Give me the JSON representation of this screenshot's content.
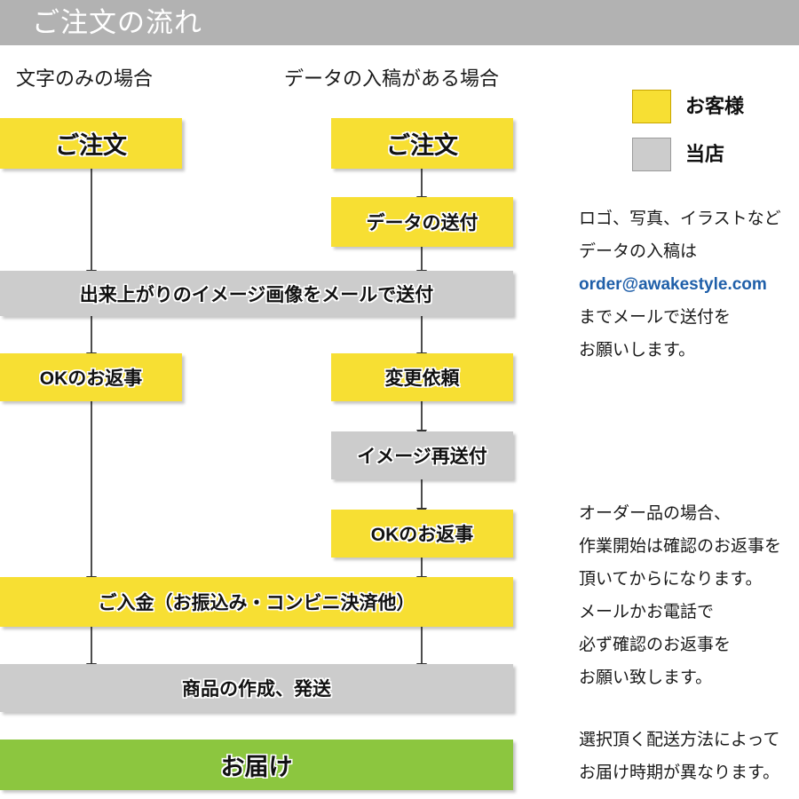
{
  "header": {
    "title": "ご注文の流れ"
  },
  "columns": {
    "left_caption": "文字のみの場合",
    "right_caption": "データの入稿がある場合"
  },
  "legend": {
    "items": [
      {
        "swatch": "yellow-swatch",
        "color": "#f7df33",
        "label": "お客様"
      },
      {
        "swatch": "gray-swatch",
        "color": "#cccccc",
        "label": "当店"
      }
    ]
  },
  "flow": {
    "left_order": "ご注文",
    "right_order": "ご注文",
    "data_send": "データの送付",
    "image_mail": "出来上がりのイメージ画像をメールで送付",
    "left_ok": "OKのお返事",
    "change_request": "変更依頼",
    "image_resend": "イメージ再送付",
    "right_ok": "OKのお返事",
    "payment": "ご入金（お振込み・コンビニ決済他）",
    "production": "商品の作成、発送",
    "delivery": "お届け"
  },
  "notes": {
    "data_submission": [
      "ロゴ、写真、イラストなど",
      "データの入稿は",
      "order@awakestyle.com",
      "までメールで送付を",
      "お願いします。"
    ],
    "order_confirmation": [
      "オーダー品の場合、",
      "作業開始は確認のお返事を",
      "頂いてからになります。",
      "メールかお電話で",
      "必ず確認のお返事を",
      "お願い致します。"
    ],
    "shipping": [
      "選択頂く配送方法によって",
      "お届け時期が異なります。"
    ]
  },
  "colors": {
    "header_bar": "#b2b2b2",
    "customer_yellow": "#f7df33",
    "shop_gray": "#cccccc",
    "delivery_green": "#8cc63f",
    "email_link": "#1f5fa9"
  }
}
